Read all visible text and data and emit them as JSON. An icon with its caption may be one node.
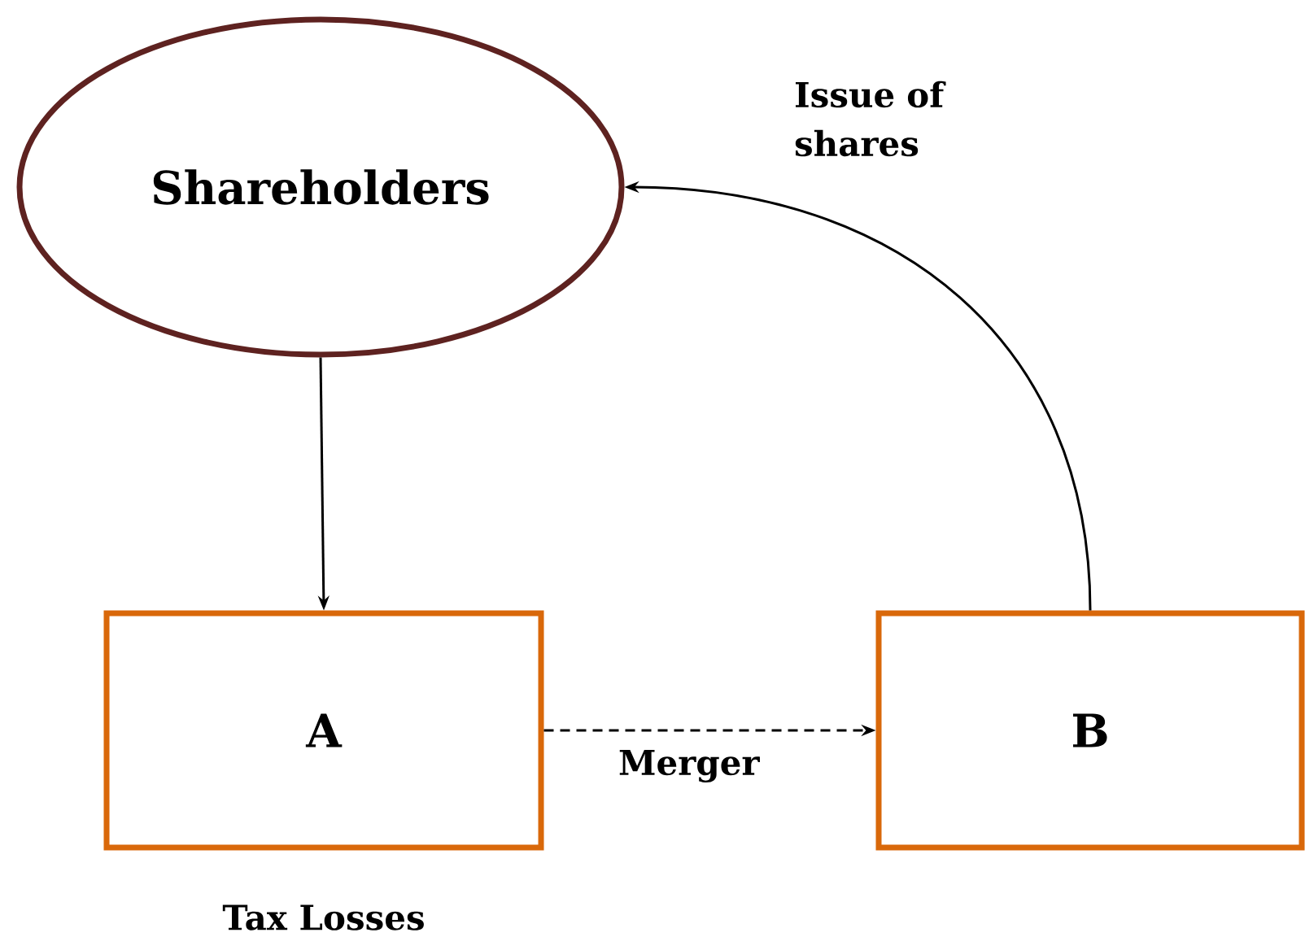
{
  "diagram": {
    "nodes": [
      {
        "text": [
          "Shareholders"
        ]
      },
      {
        "text": [
          "A"
        ],
        "beside": [
          "Tax Losses"
        ]
      },
      {
        "text": [
          "B"
        ]
      }
    ],
    "edges": [
      {
        "from": 0,
        "to": 1,
        "arrow": "to"
      },
      {
        "from": 1,
        "to": 2,
        "arrow": "to",
        "label": "Merger",
        "style": "dashed"
      },
      {
        "from": 2,
        "to": 0,
        "arrow": "to",
        "label": "Issue of shares"
      }
    ]
  }
}
